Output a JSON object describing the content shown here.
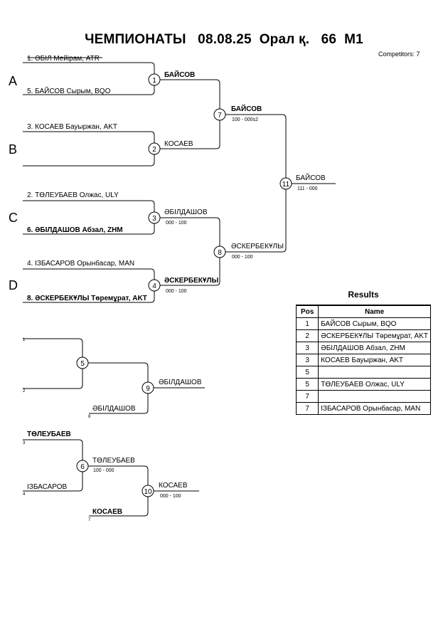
{
  "header": {
    "title": "ЧЕМПИОНАТЫ   08.08.25  Орал қ.   66  М1",
    "competitors": "Competitors: 7"
  },
  "pools": [
    "A",
    "B",
    "C",
    "D"
  ],
  "entries": {
    "e1": "1. ӘБІЛ Мейірам, ATR",
    "e5": "5. БАЙСОВ Сырым, BQO",
    "e3": "3. КОСАЕВ Бауыржан, AKT",
    "e2": "2. ТӨЛЕУБАЕВ Олжас, ULY",
    "e6": "6. ӘБІЛДАШОВ Абзал, ZHM",
    "e4": "4. ІЗБАСАРОВ Орынбасар, MAN",
    "e8": "8. ӘСКЕРБЕКҰЛЫ Төремұрат, AKT"
  },
  "matches": {
    "m1": {
      "no": "1",
      "winner": "БАЙСОВ",
      "score": ""
    },
    "m2": {
      "no": "2",
      "winner": "КОСАЕВ",
      "score": ""
    },
    "m3": {
      "no": "3",
      "winner": "ӘБІЛДАШОВ",
      "score": "000 - 100"
    },
    "m4": {
      "no": "4",
      "winner": "ӘСКЕРБЕКҰЛЫ",
      "score": "000 - 100"
    },
    "m7": {
      "no": "7",
      "winner": "БАЙСОВ",
      "score": "100 - 000s2"
    },
    "m8": {
      "no": "8",
      "winner": "ӘСКЕРБЕКҰЛЫ",
      "score": "000 - 100"
    },
    "m11": {
      "no": "11",
      "winner": "БАЙСОВ",
      "score": "111 - 000"
    }
  },
  "repechage1": {
    "m5": {
      "no": "5",
      "slot_top": "1",
      "slot_bottom": "2"
    },
    "m9": {
      "no": "9",
      "winner": "ӘБІЛДАШОВ",
      "slot": "8",
      "entrant": "ӘБІЛДАШОВ"
    }
  },
  "repechage2": {
    "m6": {
      "no": "6",
      "winner": "ТӨЛЕУБАЕВ",
      "score": "100 - 000",
      "top": "ТӨЛЕУБАЕВ",
      "top_slot": "3",
      "bottom": "ІЗБАСАРОВ",
      "bottom_slot": "4"
    },
    "m10": {
      "no": "10",
      "winner": "КОСАЕВ",
      "score": "000 - 100",
      "entrant": "КОСАЕВ",
      "slot": "7"
    }
  },
  "results": {
    "title": "Results",
    "headers": [
      "Pos",
      "Name"
    ],
    "rows": [
      {
        "pos": "1",
        "name": "БАЙСОВ Сырым, BQO"
      },
      {
        "pos": "2",
        "name": "ӘСКЕРБЕКҰЛЫ Төремұрат, AKT"
      },
      {
        "pos": "3",
        "name": "ӘБІЛДАШОВ Абзал, ZHM"
      },
      {
        "pos": "3",
        "name": "КОСАЕВ Бауыржан, AKT"
      },
      {
        "pos": "5",
        "name": ""
      },
      {
        "pos": "5",
        "name": "ТӨЛЕУБАЕВ Олжас, ULY"
      },
      {
        "pos": "7",
        "name": ""
      },
      {
        "pos": "7",
        "name": "ІЗБАСАРОВ Орынбасар, MAN"
      }
    ]
  }
}
